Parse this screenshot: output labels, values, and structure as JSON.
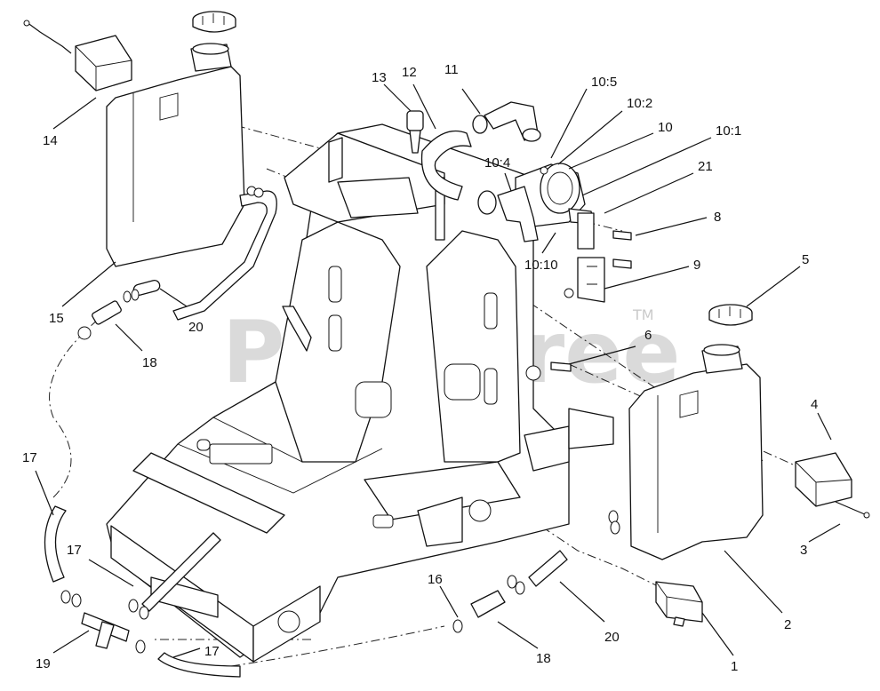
{
  "watermark": {
    "text": "PartsTree",
    "trademark": "TM"
  },
  "callouts": [
    {
      "id": "c-14",
      "text": "14"
    },
    {
      "id": "c-15",
      "text": "15"
    },
    {
      "id": "c-20a",
      "text": "20"
    },
    {
      "id": "c-18a",
      "text": "18"
    },
    {
      "id": "c-17a",
      "text": "17"
    },
    {
      "id": "c-17b",
      "text": "17"
    },
    {
      "id": "c-19",
      "text": "19"
    },
    {
      "id": "c-17c",
      "text": "17"
    },
    {
      "id": "c-13",
      "text": "13"
    },
    {
      "id": "c-12",
      "text": "12"
    },
    {
      "id": "c-11",
      "text": "11"
    },
    {
      "id": "c-10-5",
      "text": "10:5"
    },
    {
      "id": "c-10-2",
      "text": "10:2"
    },
    {
      "id": "c-10",
      "text": "10"
    },
    {
      "id": "c-10-1",
      "text": "10:1"
    },
    {
      "id": "c-10-4",
      "text": "10:4"
    },
    {
      "id": "c-21",
      "text": "21"
    },
    {
      "id": "c-8",
      "text": "8"
    },
    {
      "id": "c-10-10",
      "text": "10:10"
    },
    {
      "id": "c-9",
      "text": "9"
    },
    {
      "id": "c-5",
      "text": "5"
    },
    {
      "id": "c-6",
      "text": "6"
    },
    {
      "id": "c-4",
      "text": "4"
    },
    {
      "id": "c-3",
      "text": "3"
    },
    {
      "id": "c-2",
      "text": "2"
    },
    {
      "id": "c-1",
      "text": "1"
    },
    {
      "id": "c-16",
      "text": "16"
    },
    {
      "id": "c-18b",
      "text": "18"
    },
    {
      "id": "c-20b",
      "text": "20"
    }
  ]
}
